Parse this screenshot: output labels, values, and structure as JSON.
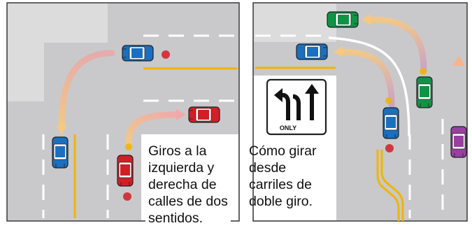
{
  "panels": {
    "left": {
      "caption_lines": [
        "Giros a la",
        "izquierda y",
        "derecha de",
        "calles de dos",
        "sentidos."
      ]
    },
    "right": {
      "caption_lines": [
        "Cómo girar",
        "desde",
        "carriles de",
        "doble giro."
      ],
      "sign": {
        "text": "ONLY"
      }
    }
  },
  "colors": {
    "pavement": "#c9c9cb",
    "lane_white": "#ffffff",
    "lane_yellow": "#f2b400",
    "car_blue": "#1a6fc0",
    "car_red": "#d21f26",
    "car_green": "#0f9446",
    "car_purple": "#9a3fa0",
    "arrow_orange": "#f7c87e",
    "arrow_purple": "#c99bc9"
  }
}
